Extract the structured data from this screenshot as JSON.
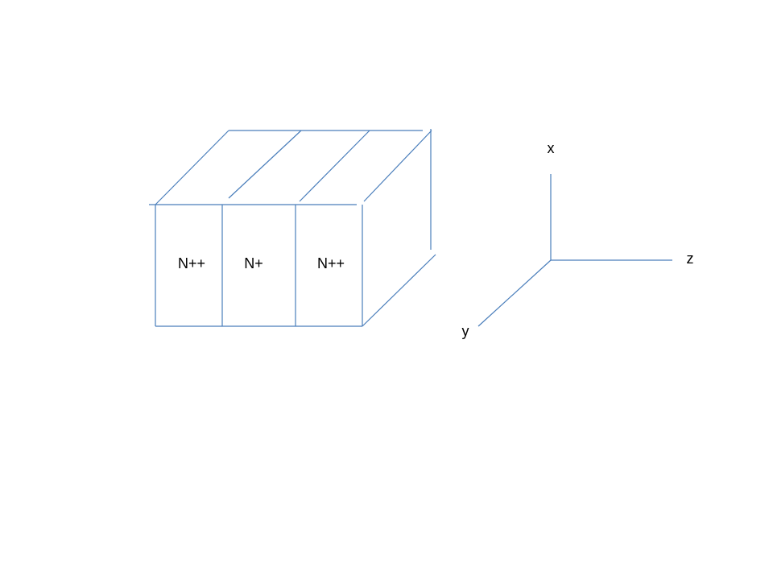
{
  "device": {
    "regions": [
      {
        "label": "N++"
      },
      {
        "label": "N+"
      },
      {
        "label": "N++"
      }
    ]
  },
  "axes": {
    "x_label": "x",
    "y_label": "y",
    "z_label": "z"
  },
  "colors": {
    "line": "#4a7ebb",
    "text": "#000000",
    "background": "#ffffff"
  }
}
